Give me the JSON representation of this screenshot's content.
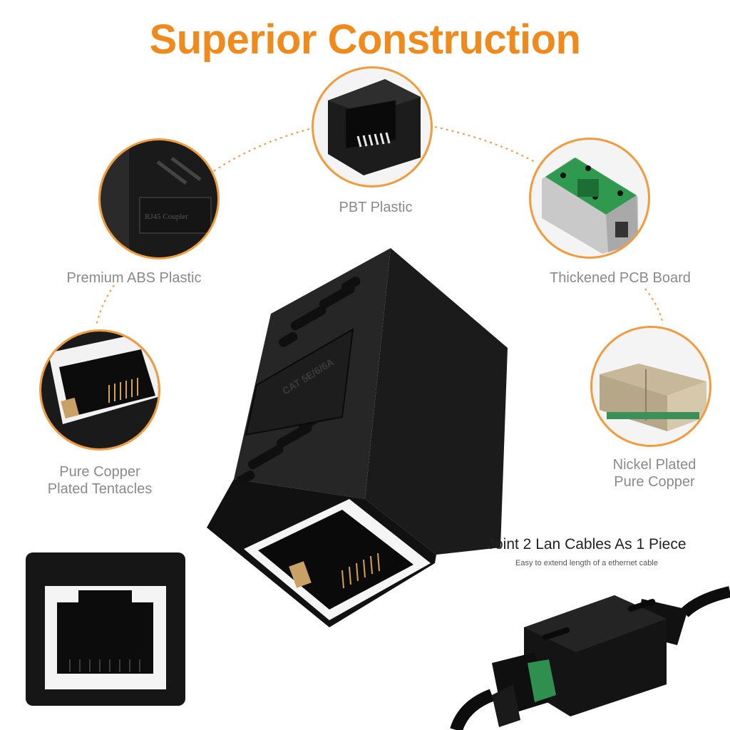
{
  "title": "Superior Construction",
  "colors": {
    "accent": "#f08a1c",
    "label": "#8a8a8a",
    "product": "#161616"
  },
  "features": {
    "pbt": "PBT Plastic",
    "abs": "Premium ABS Plastic",
    "pcb": "Thickened PCB Board",
    "copper_line1": "Pure Copper",
    "copper_line2": "Plated Tentacles",
    "nickel_line1": "Nickel Plated",
    "nickel_line2": "Pure Copper"
  },
  "joint": {
    "headline": "Joint 2 Lan Cables As 1 Piece",
    "subtext": "Easy to extend length of a ethernet cable"
  },
  "product_marking": "CAT 5E/6/6A",
  "abs_marking": "RJ45 Coupler"
}
